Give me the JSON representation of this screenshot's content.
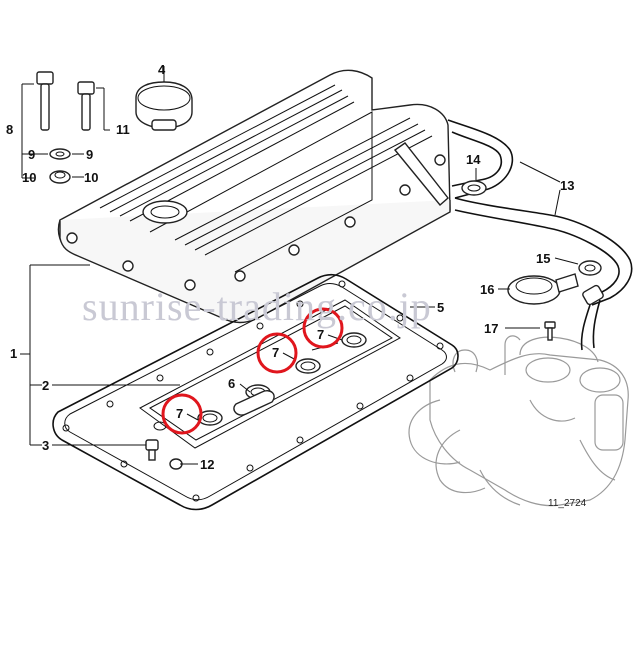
{
  "diagram": {
    "callouts": {
      "c1": "1",
      "c2": "2",
      "c3": "3",
      "c4": "4",
      "c5": "5",
      "c6": "6",
      "c7a": "7",
      "c7b": "7",
      "c7c": "7",
      "c8": "8",
      "c9a": "9",
      "c9b": "9",
      "c10a": "10",
      "c10b": "10",
      "c11": "11",
      "c12": "12",
      "c13": "13",
      "c14": "14",
      "c15": "15",
      "c16": "16",
      "c17": "17"
    },
    "reference_code": "11_2724",
    "watermark": "sunrise-trading.co.jp",
    "highlight_color": "#e0161d"
  }
}
